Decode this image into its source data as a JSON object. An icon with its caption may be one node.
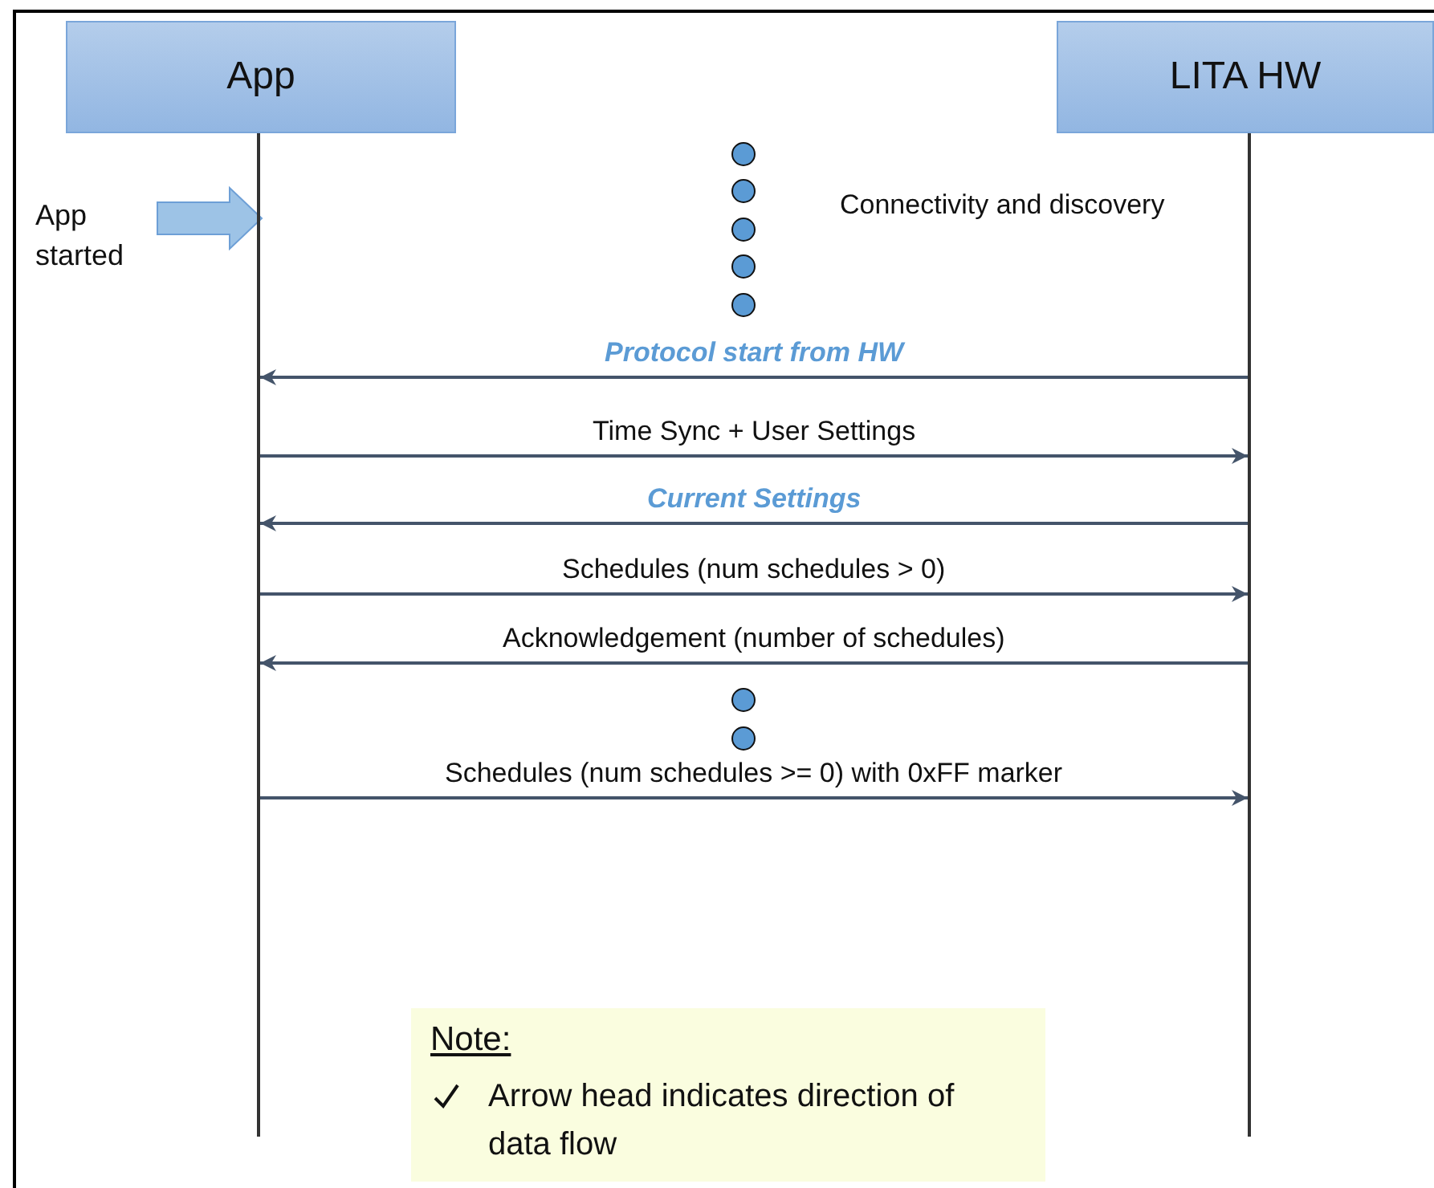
{
  "diagram": {
    "nodes": [
      {
        "text": [
          "App"
        ]
      },
      {
        "text": [
          "LITA HW"
        ]
      },
      {
        "text": [],
        "shape": "bar"
      },
      {
        "text": [],
        "shape": "bar"
      },
      {
        "text": [
          "App started"
        ]
      },
      {
        "text": [
          "Note:",
          "Arrow head indicates direction of data flow"
        ]
      }
    ],
    "edges": [
      {
        "from": 4,
        "to": 2,
        "arrow": "to",
        "style": "thick",
        "color": "#9dc3e6"
      },
      {
        "from": 3,
        "to": 2,
        "arrow": "to",
        "label": "Protocol start from HW"
      },
      {
        "from": 2,
        "to": 3,
        "arrow": "to",
        "label": "Time Sync + User Settings"
      },
      {
        "from": 3,
        "to": 2,
        "arrow": "to",
        "label": "Current Settings"
      },
      {
        "from": 2,
        "to": 3,
        "arrow": "to",
        "label": "Schedules (num schedules > 0)"
      },
      {
        "from": 3,
        "to": 2,
        "arrow": "to",
        "label": "Acknowledgement (number of schedules)"
      },
      {
        "from": 2,
        "to": 3,
        "arrow": "to",
        "label": "Schedules (num schedules >= 0) with 0xFF marker"
      }
    ],
    "labels": [
      "Connectivity and discovery"
    ]
  }
}
